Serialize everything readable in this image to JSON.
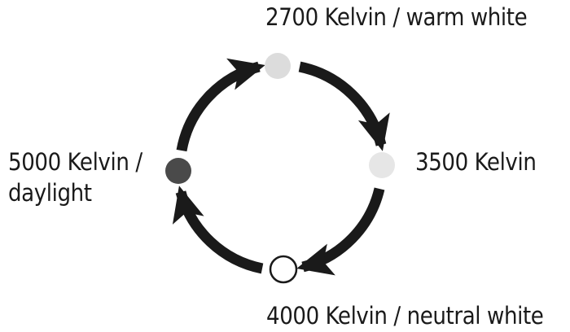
{
  "labels": {
    "top": "2700 Kelvin / warm white",
    "right": "3500 Kelvin",
    "bottom": "4000 Kelvin / neutral white",
    "left_line1": "5000 Kelvin /",
    "left_line2": "daylight"
  },
  "colors": {
    "arrow": "#1a1a1a",
    "node_2700": "#dcdcdc",
    "node_3500": "#e6e6e6",
    "node_4000": "#ffffff",
    "node_5000": "#4a4a4a",
    "node_4000_outline": "#1a1a1a"
  }
}
